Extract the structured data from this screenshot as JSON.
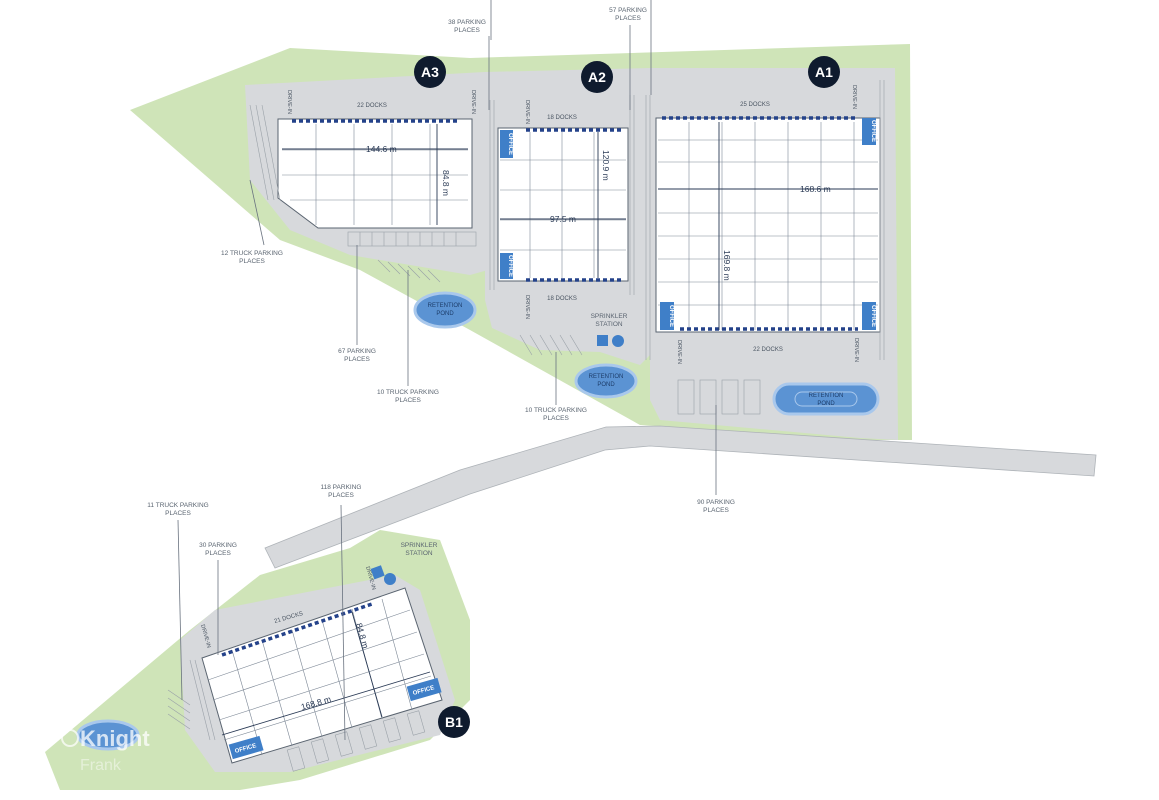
{
  "buildings": {
    "a1": {
      "badge": "A1",
      "docks_north": "25 DOCKS",
      "docks_south": "22 DOCKS",
      "length": "168.6 m",
      "width": "169.8 m",
      "office": "OFFICE",
      "drive_in": "DRIVE-IN"
    },
    "a2": {
      "badge": "A2",
      "docks_north": "18 DOCKS",
      "docks_south": "18 DOCKS",
      "length": "97.5 m",
      "width": "120.9 m",
      "office": "OFFICE",
      "drive_in": "DRIVE-IN"
    },
    "a3": {
      "badge": "A3",
      "docks": "22 DOCKS",
      "length": "144.6 m",
      "width": "84.8 m",
      "drive_in": "DRIVE-IN"
    },
    "b1": {
      "badge": "B1",
      "docks": "21 DOCKS",
      "length": "168.8 m",
      "width": "84.8 m",
      "office": "OFFICE",
      "drive_in": "DRIVE-IN"
    }
  },
  "callouts": {
    "c38": [
      "38 PARKING",
      "PLACES"
    ],
    "c57": [
      "57 PARKING",
      "PLACES"
    ],
    "c12t": [
      "12 TRUCK PARKING",
      "PLACES"
    ],
    "c67": [
      "67 PARKING",
      "PLACES"
    ],
    "c10t_a": [
      "10 TRUCK PARKING",
      "PLACES"
    ],
    "c10t_b": [
      "10 TRUCK PARKING",
      "PLACES"
    ],
    "c90": [
      "90 PARKING",
      "PLACES"
    ],
    "c11t": [
      "11 TRUCK PARKING",
      "PLACES"
    ],
    "c30": [
      "30 PARKING",
      "PLACES"
    ],
    "c118": [
      "118 PARKING",
      "PLACES"
    ],
    "sprinkler_a": [
      "SPRINKLER",
      "STATION"
    ],
    "sprinkler_b": [
      "SPRINKLER",
      "STATION"
    ]
  },
  "ponds": {
    "label_line1": "RETENTION",
    "label_line2": "POND"
  },
  "watermark": {
    "line1": "Knight",
    "line2": "Frank"
  },
  "colors": {
    "greenery": "#cfe4b8",
    "paving": "#d7d9dc",
    "docks": "#24428a",
    "office": "#3f7fc8",
    "pond": "#5b93d3",
    "badge": "#0f1b2e"
  }
}
